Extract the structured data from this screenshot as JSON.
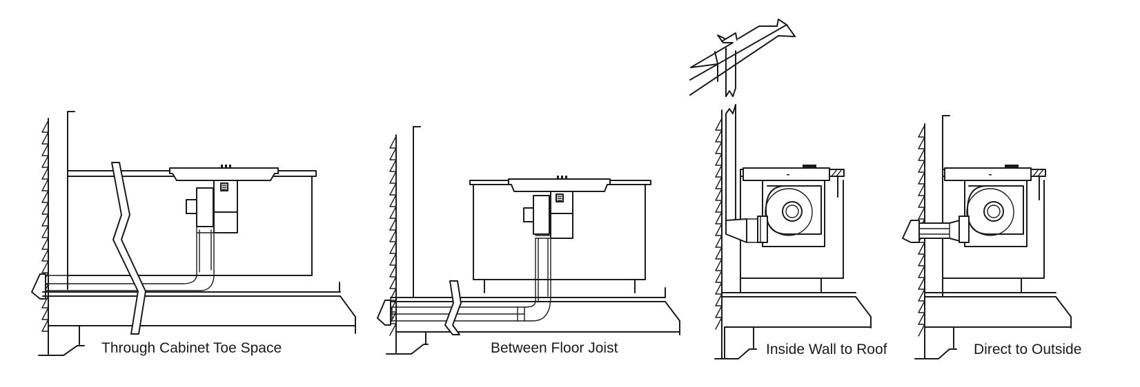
{
  "captions": {
    "toe_space": "Through Cabinet Toe Space",
    "floor_joist": "Between Floor Joist",
    "wall_to_roof": "Inside Wall to Roof",
    "direct_outside": "Direct to Outside"
  }
}
